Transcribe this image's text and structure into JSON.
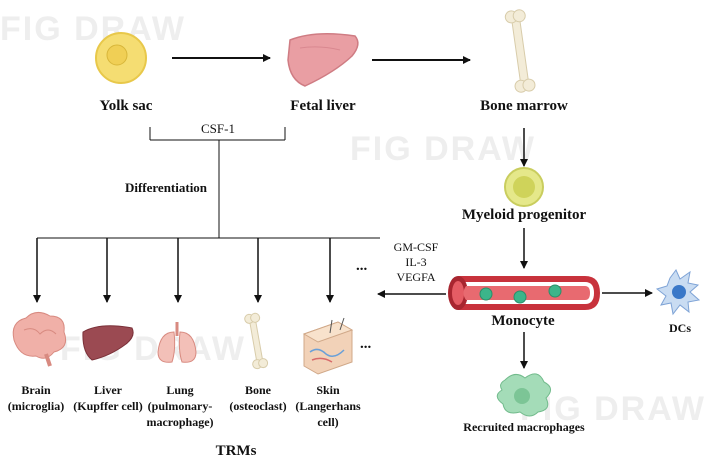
{
  "watermark": "FIG DRAW",
  "origins": {
    "yolk_sac": "Yolk sac",
    "fetal_liver": "Fetal liver",
    "bone_marrow": "Bone marrow"
  },
  "csf": "CSF-1",
  "differentiation": "Differentiation",
  "myeloid": "Myeloid progenitor",
  "monocyte": "Monocyte",
  "dcs": "DCs",
  "recruited": "Recruited macrophages",
  "factors": [
    "GM-CSF",
    "IL-3",
    "VEGFA"
  ],
  "ellipsis": "...",
  "trms": {
    "title": "TRMs",
    "items": [
      {
        "line1": "Brain",
        "line2": "(microglia)"
      },
      {
        "line1": "Liver",
        "line2": "(Kupffer cell)"
      },
      {
        "line1": "Lung",
        "line2": "(pulmonary-",
        "line3": "macrophage)"
      },
      {
        "line1": "Bone",
        "line2": "(osteoclast)"
      },
      {
        "line1": "Skin",
        "line2": "(Langerhans",
        "line3": "cell)"
      }
    ]
  },
  "colors": {
    "yolk": "#f2d96b",
    "liver": "#e89aa0",
    "vessel": "#c8323c",
    "cell": "#3cb58a",
    "dc": "#3a78c8",
    "macrophage": "#9ad6b0"
  }
}
